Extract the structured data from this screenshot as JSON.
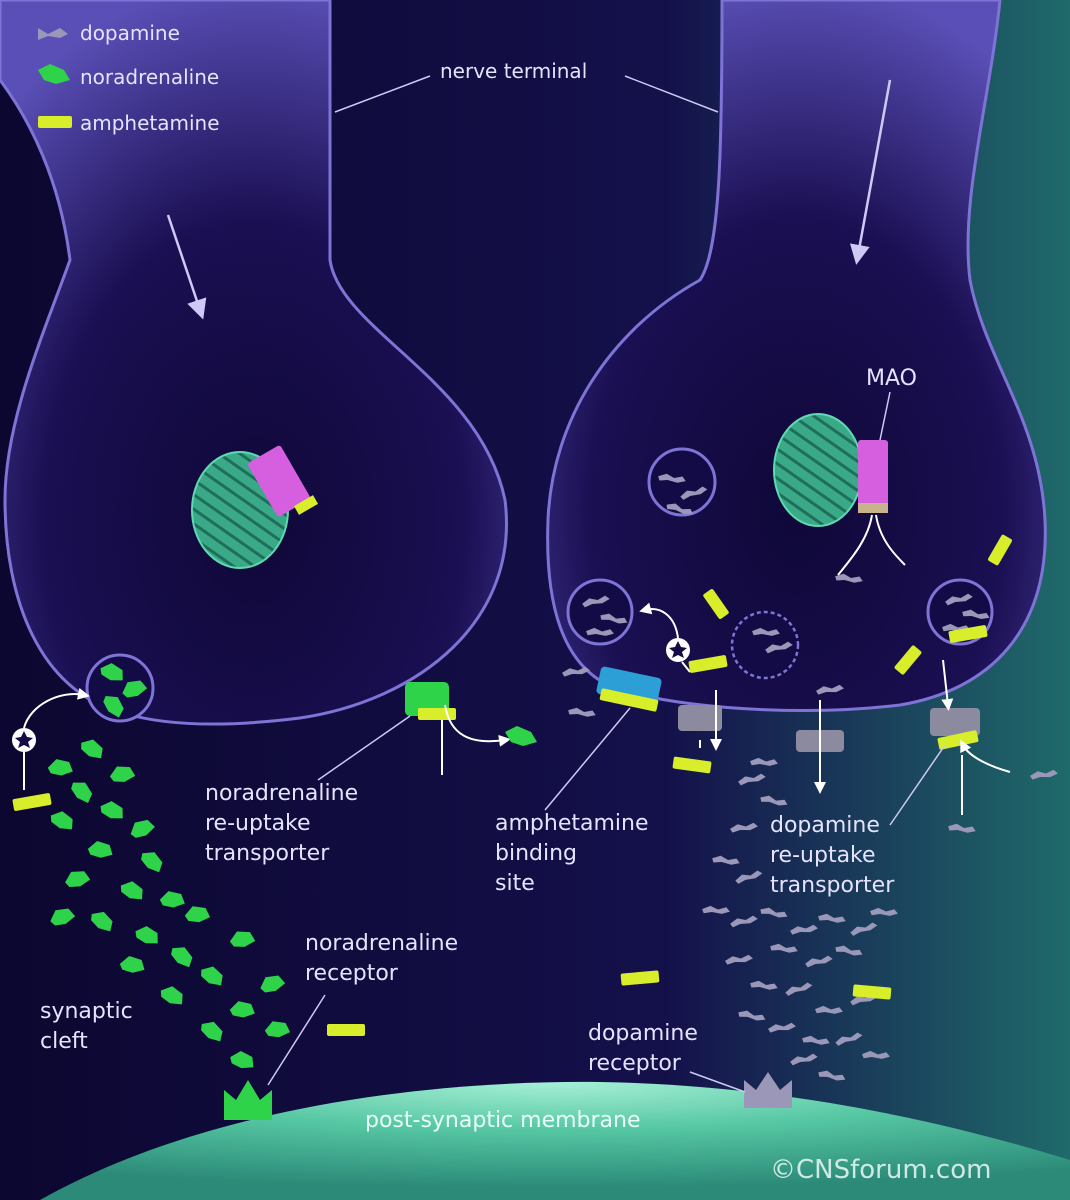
{
  "legend": {
    "dopamine": "dopamine",
    "noradrenaline": "noradrenaline",
    "amphetamine": "amphetamine"
  },
  "labels": {
    "nerve_terminal": "nerve terminal",
    "mao": "MAO",
    "na_transporter": [
      "noradrenaline",
      "re-uptake",
      "transporter"
    ],
    "amph_binding": [
      "amphetamine",
      "binding",
      "site"
    ],
    "da_transporter": [
      "dopamine",
      "re-uptake",
      "transporter"
    ],
    "na_receptor": [
      "noradrenaline",
      "receptor"
    ],
    "synaptic_cleft": [
      "synaptic",
      "cleft"
    ],
    "da_receptor": [
      "dopamine",
      "receptor"
    ],
    "post_synaptic": "post-synaptic membrane",
    "copyright": "©CNSforum.com"
  },
  "colors": {
    "background": "#0d0833",
    "terminal": "#5b50b8",
    "terminal_dark": "#1a0f4f",
    "membrane_edge": "#7d74d6",
    "mitochondrion": "#3fb08e",
    "mao": "#d65fe0",
    "noradrenaline": "#2ed34a",
    "dopamine": "#9a97b8",
    "amphetamine": "#d8ee2a",
    "transporter_gray": "#8c8a9e",
    "binding_site": "#2c9fd6",
    "post_synaptic": "#57c9a4"
  }
}
